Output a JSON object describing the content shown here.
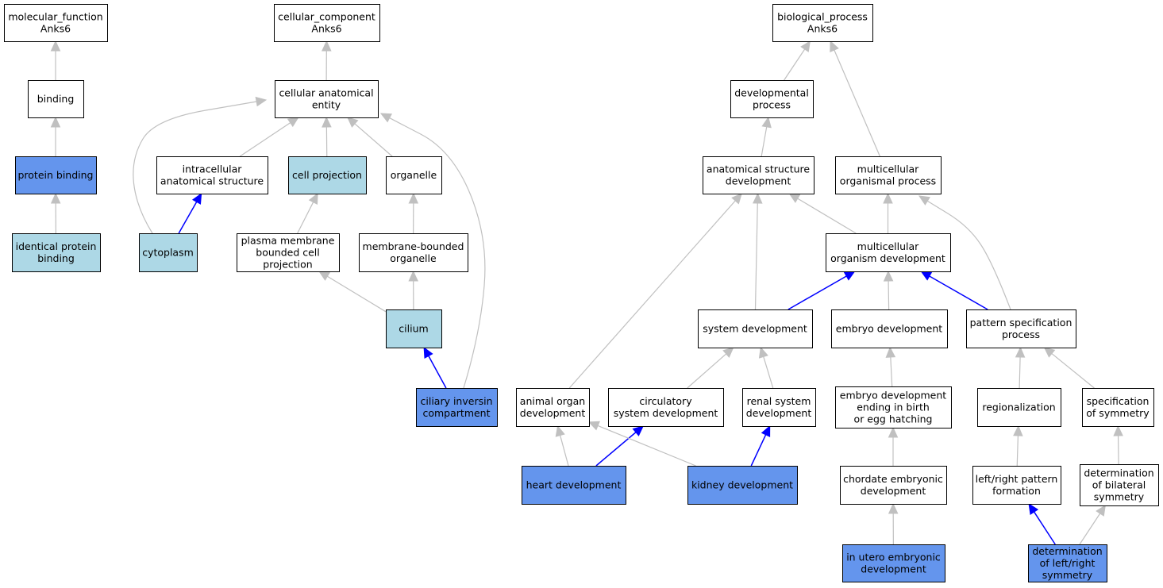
{
  "colors": {
    "plain_fill": "#ffffff",
    "annotated_fill": "#add8e6",
    "direct_fill": "#6495ed",
    "edge_gray": "#c0c0c0",
    "edge_blue": "#0000ff"
  },
  "nodes": [
    {
      "id": "mf_root",
      "lines": [
        "molecular_function",
        "Anks6"
      ],
      "style": "plain"
    },
    {
      "id": "binding",
      "lines": [
        "binding"
      ],
      "style": "plain"
    },
    {
      "id": "protein_binding",
      "lines": [
        "protein binding"
      ],
      "style": "direct"
    },
    {
      "id": "identical_protein_binding",
      "lines": [
        "identical protein",
        "binding"
      ],
      "style": "annotated"
    },
    {
      "id": "cc_root",
      "lines": [
        "cellular_component",
        "Anks6"
      ],
      "style": "plain"
    },
    {
      "id": "cellular_anatomical_entity",
      "lines": [
        "cellular anatomical",
        "entity"
      ],
      "style": "plain"
    },
    {
      "id": "intracellular_anatomical_structure",
      "lines": [
        "intracellular",
        "anatomical structure"
      ],
      "style": "plain"
    },
    {
      "id": "cell_projection",
      "lines": [
        "cell projection"
      ],
      "style": "annotated"
    },
    {
      "id": "organelle",
      "lines": [
        "organelle"
      ],
      "style": "plain"
    },
    {
      "id": "cytoplasm",
      "lines": [
        "cytoplasm"
      ],
      "style": "annotated"
    },
    {
      "id": "plasma_membrane_bounded_cell_projection",
      "lines": [
        "plasma membrane",
        "bounded cell",
        "projection"
      ],
      "style": "plain"
    },
    {
      "id": "membrane_bounded_organelle",
      "lines": [
        "membrane-bounded",
        "organelle"
      ],
      "style": "plain"
    },
    {
      "id": "cilium",
      "lines": [
        "cilium"
      ],
      "style": "annotated"
    },
    {
      "id": "ciliary_inversin_compartment",
      "lines": [
        "ciliary inversin",
        "compartment"
      ],
      "style": "direct"
    },
    {
      "id": "bp_root",
      "lines": [
        "biological_process",
        "Anks6"
      ],
      "style": "plain"
    },
    {
      "id": "developmental_process",
      "lines": [
        "developmental",
        "process"
      ],
      "style": "plain"
    },
    {
      "id": "anatomical_structure_development",
      "lines": [
        "anatomical structure",
        "development"
      ],
      "style": "plain"
    },
    {
      "id": "multicellular_organismal_process",
      "lines": [
        "multicellular",
        "organismal process"
      ],
      "style": "plain"
    },
    {
      "id": "multicellular_organism_development",
      "lines": [
        "multicellular",
        "organism development"
      ],
      "style": "plain"
    },
    {
      "id": "system_development",
      "lines": [
        "system development"
      ],
      "style": "plain"
    },
    {
      "id": "embryo_development",
      "lines": [
        "embryo development"
      ],
      "style": "plain"
    },
    {
      "id": "pattern_specification_process",
      "lines": [
        "pattern specification",
        "process"
      ],
      "style": "plain"
    },
    {
      "id": "animal_organ_development",
      "lines": [
        "animal organ",
        "development"
      ],
      "style": "plain"
    },
    {
      "id": "circulatory_system_development",
      "lines": [
        "circulatory",
        "system development"
      ],
      "style": "plain"
    },
    {
      "id": "renal_system_development",
      "lines": [
        "renal system",
        "development"
      ],
      "style": "plain"
    },
    {
      "id": "embryo_development_ending_in_birth",
      "lines": [
        "embryo development",
        "ending in birth",
        "or egg hatching"
      ],
      "style": "plain"
    },
    {
      "id": "regionalization",
      "lines": [
        "regionalization"
      ],
      "style": "plain"
    },
    {
      "id": "specification_of_symmetry",
      "lines": [
        "specification",
        "of symmetry"
      ],
      "style": "plain"
    },
    {
      "id": "heart_development",
      "lines": [
        "heart development"
      ],
      "style": "direct"
    },
    {
      "id": "kidney_development",
      "lines": [
        "kidney development"
      ],
      "style": "direct"
    },
    {
      "id": "chordate_embryonic_development",
      "lines": [
        "chordate embryonic",
        "development"
      ],
      "style": "plain"
    },
    {
      "id": "left_right_pattern_formation",
      "lines": [
        "left/right pattern",
        "formation"
      ],
      "style": "plain"
    },
    {
      "id": "determination_of_bilateral_symmetry",
      "lines": [
        "determination",
        "of bilateral",
        "symmetry"
      ],
      "style": "plain"
    },
    {
      "id": "in_utero_embryonic_development",
      "lines": [
        "in utero embryonic",
        "development"
      ],
      "style": "direct"
    },
    {
      "id": "determination_of_left_right_symmetry",
      "lines": [
        "determination",
        "of left/right",
        "symmetry"
      ],
      "style": "direct"
    }
  ],
  "edges": [
    {
      "from": "binding",
      "to": "mf_root",
      "color": "gray"
    },
    {
      "from": "protein_binding",
      "to": "binding",
      "color": "gray"
    },
    {
      "from": "identical_protein_binding",
      "to": "protein_binding",
      "color": "gray"
    },
    {
      "from": "cellular_anatomical_entity",
      "to": "cc_root",
      "color": "gray"
    },
    {
      "from": "intracellular_anatomical_structure",
      "to": "cellular_anatomical_entity",
      "color": "gray"
    },
    {
      "from": "cell_projection",
      "to": "cellular_anatomical_entity",
      "color": "gray"
    },
    {
      "from": "organelle",
      "to": "cellular_anatomical_entity",
      "color": "gray"
    },
    {
      "from": "cytoplasm",
      "to": "cellular_anatomical_entity",
      "color": "gray",
      "curved": true
    },
    {
      "from": "cytoplasm",
      "to": "intracellular_anatomical_structure",
      "color": "blue"
    },
    {
      "from": "plasma_membrane_bounded_cell_projection",
      "to": "cell_projection",
      "color": "gray"
    },
    {
      "from": "membrane_bounded_organelle",
      "to": "organelle",
      "color": "gray"
    },
    {
      "from": "cilium",
      "to": "plasma_membrane_bounded_cell_projection",
      "color": "gray"
    },
    {
      "from": "cilium",
      "to": "membrane_bounded_organelle",
      "color": "gray"
    },
    {
      "from": "ciliary_inversin_compartment",
      "to": "cilium",
      "color": "blue"
    },
    {
      "from": "ciliary_inversin_compartment",
      "to": "cellular_anatomical_entity",
      "color": "gray",
      "curved": true
    },
    {
      "from": "developmental_process",
      "to": "bp_root",
      "color": "gray"
    },
    {
      "from": "multicellular_organismal_process",
      "to": "bp_root",
      "color": "gray"
    },
    {
      "from": "anatomical_structure_development",
      "to": "developmental_process",
      "color": "gray"
    },
    {
      "from": "multicellular_organism_development",
      "to": "anatomical_structure_development",
      "color": "gray"
    },
    {
      "from": "multicellular_organism_development",
      "to": "multicellular_organismal_process",
      "color": "gray"
    },
    {
      "from": "system_development",
      "to": "anatomical_structure_development",
      "color": "gray"
    },
    {
      "from": "system_development",
      "to": "multicellular_organism_development",
      "color": "blue"
    },
    {
      "from": "embryo_development",
      "to": "multicellular_organism_development",
      "color": "gray"
    },
    {
      "from": "pattern_specification_process",
      "to": "multicellular_organism_development",
      "color": "blue"
    },
    {
      "from": "pattern_specification_process",
      "to": "multicellular_organismal_process",
      "color": "gray",
      "curved": true
    },
    {
      "from": "animal_organ_development",
      "to": "anatomical_structure_development",
      "color": "gray"
    },
    {
      "from": "circulatory_system_development",
      "to": "system_development",
      "color": "gray"
    },
    {
      "from": "renal_system_development",
      "to": "system_development",
      "color": "gray"
    },
    {
      "from": "embryo_development_ending_in_birth",
      "to": "embryo_development",
      "color": "gray"
    },
    {
      "from": "regionalization",
      "to": "pattern_specification_process",
      "color": "gray"
    },
    {
      "from": "specification_of_symmetry",
      "to": "pattern_specification_process",
      "color": "gray"
    },
    {
      "from": "heart_development",
      "to": "animal_organ_development",
      "color": "gray"
    },
    {
      "from": "heart_development",
      "to": "circulatory_system_development",
      "color": "blue"
    },
    {
      "from": "kidney_development",
      "to": "animal_organ_development",
      "color": "gray"
    },
    {
      "from": "kidney_development",
      "to": "renal_system_development",
      "color": "blue"
    },
    {
      "from": "chordate_embryonic_development",
      "to": "embryo_development_ending_in_birth",
      "color": "gray"
    },
    {
      "from": "left_right_pattern_formation",
      "to": "regionalization",
      "color": "gray"
    },
    {
      "from": "determination_of_bilateral_symmetry",
      "to": "specification_of_symmetry",
      "color": "gray"
    },
    {
      "from": "in_utero_embryonic_development",
      "to": "chordate_embryonic_development",
      "color": "gray"
    },
    {
      "from": "determination_of_left_right_symmetry",
      "to": "left_right_pattern_formation",
      "color": "blue"
    },
    {
      "from": "determination_of_left_right_symmetry",
      "to": "determination_of_bilateral_symmetry",
      "color": "gray"
    }
  ]
}
